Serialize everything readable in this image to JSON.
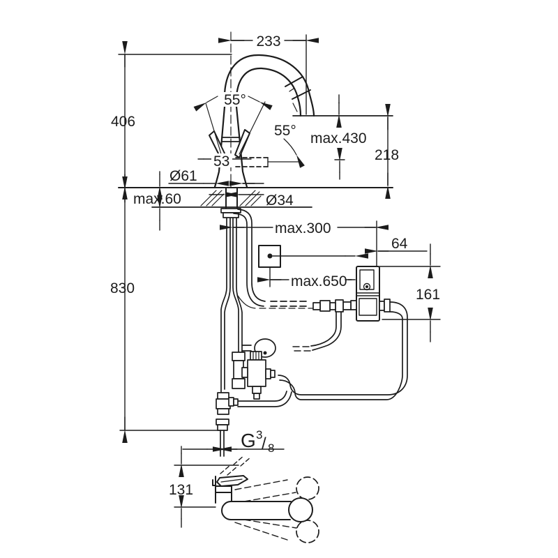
{
  "drawing": {
    "background_color": "#ffffff",
    "line_color": "#1c1c1c",
    "labels": {
      "spout_projection": "233",
      "height_above_counter": "406",
      "lever_angle_left": "55°",
      "lever_angle_right": "55°",
      "max_height": "max.430",
      "outlet_height": "218",
      "lever_width": "53",
      "base_diameter": "Ø61",
      "max_counter_thickness": "max.60",
      "shank_diameter": "Ø34",
      "max_side_distance": "max.300",
      "control_box_width": "64",
      "max_cable_length": "max.650",
      "control_box_height": "161",
      "hose_length_below": "830",
      "thread_prefix": "G",
      "thread_numerator": "3",
      "thread_slash": "/",
      "thread_denominator": "8",
      "spout_swivel_offset": "131"
    }
  }
}
